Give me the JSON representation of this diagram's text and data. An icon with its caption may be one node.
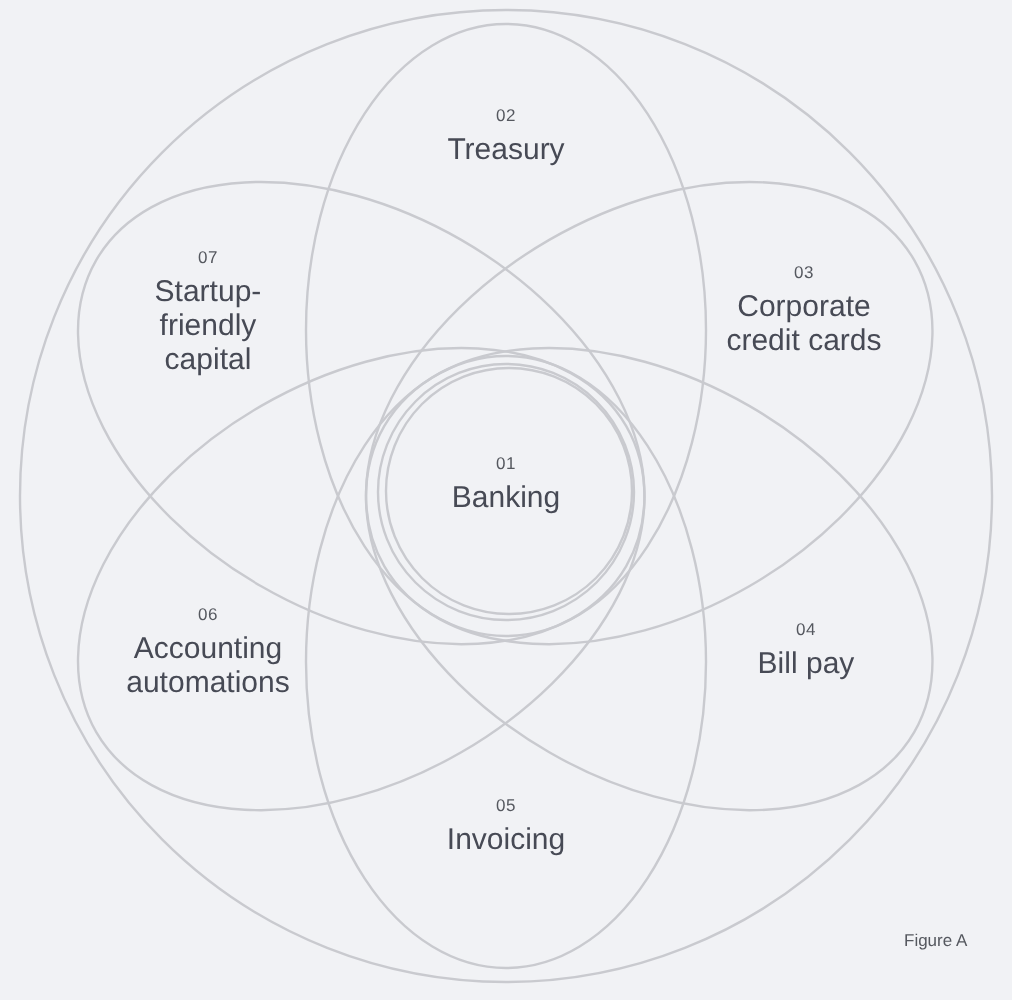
{
  "diagram": {
    "caption": "Figure A",
    "nodes": [
      {
        "text": [],
        "shape": "circle"
      },
      {
        "text": [
          "01",
          "Banking"
        ]
      },
      {
        "text": [
          "02",
          "Treasury"
        ],
        "in": 0
      },
      {
        "text": [
          "03",
          "Corporate credit cards"
        ],
        "in": 0
      },
      {
        "text": [
          "04",
          "Bill pay"
        ],
        "in": 0
      },
      {
        "text": [
          "05",
          "Invoicing"
        ],
        "in": 0
      },
      {
        "text": [
          "06",
          "Accounting automations"
        ],
        "in": 0
      },
      {
        "text": [
          "07",
          "Startup-friendly capital"
        ],
        "in": 0
      }
    ]
  }
}
